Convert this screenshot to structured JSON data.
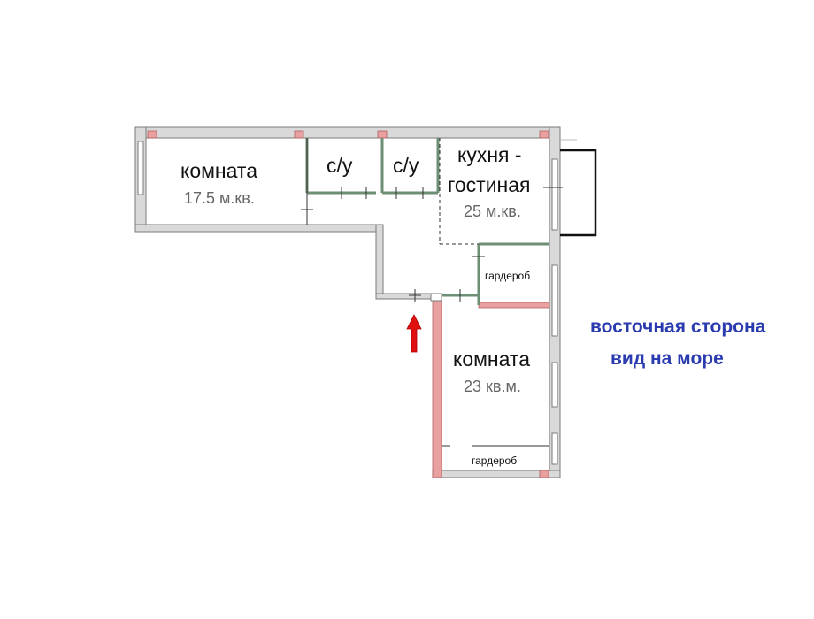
{
  "rooms": {
    "room1": {
      "name": "комната",
      "area": "17.5 м.кв."
    },
    "bath1": {
      "name": "с/у"
    },
    "bath2": {
      "name": "с/у"
    },
    "kitchen": {
      "name_line1": "кухня -",
      "name_line2": "гостиная",
      "area": "25 м.кв."
    },
    "wardrobe1": {
      "name": "гардероб"
    },
    "room2": {
      "name": "комната",
      "area": "23 кв.м."
    },
    "wardrobe2": {
      "name": "гардероб"
    }
  },
  "note": {
    "line1": "восточная сторона",
    "line2": "вид на море",
    "color": "#2a3bb0"
  },
  "colors": {
    "wall": "#8a8a8a",
    "wall_fill": "#d9d9d9",
    "accent_wall": "#e8a0a0",
    "door": "#5a8a6a",
    "arrow": "#e01010"
  }
}
